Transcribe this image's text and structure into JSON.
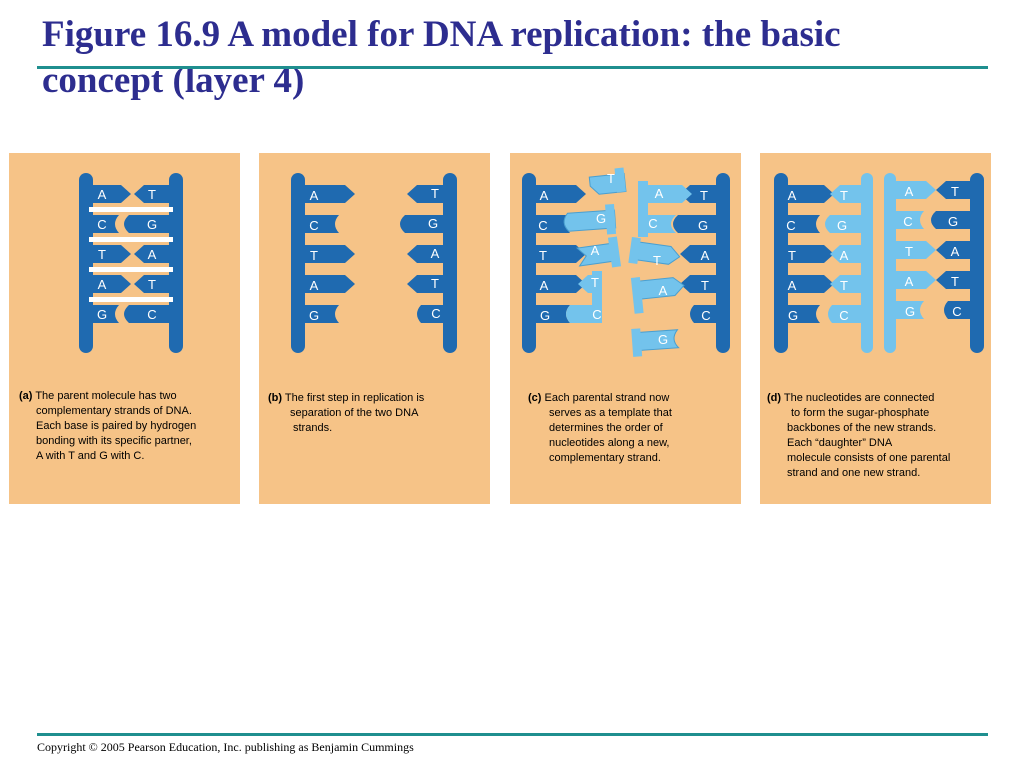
{
  "slide": {
    "title_line1": "Figure 16.9 A model for DNA replication: the basic",
    "title_line2": "concept (layer 4)",
    "footer": "Copyright © 2005 Pearson Education, Inc. publishing as Benjamin Cummings"
  },
  "colors": {
    "panel_bg": "#f6c387",
    "old_strand": "#1f6ab0",
    "new_strand": "#73c3ec",
    "rung": "#ffffff",
    "title": "#2d2d8f",
    "rule": "#1f8f8f"
  },
  "panels": [
    {
      "tag": "(a)",
      "caption_lines": [
        "The parent molecule has two",
        "complementary strands of DNA.",
        "Each base is paired by hydrogen",
        "bonding with its specific partner,",
        "A with T and G with C."
      ],
      "left_bases": [
        "A",
        "C",
        "T",
        "A",
        "G"
      ],
      "right_bases": [
        "T",
        "G",
        "A",
        "T",
        "C"
      ]
    },
    {
      "tag": "(b)",
      "caption_lines": [
        "The first step in replication is",
        "separation of the two DNA",
        "strands."
      ],
      "left_bases": [
        "A",
        "C",
        "T",
        "A",
        "G"
      ],
      "right_bases": [
        "T",
        "G",
        "A",
        "T",
        "C"
      ]
    },
    {
      "tag": "(c)",
      "caption_lines": [
        "Each parental strand now",
        "serves as a template that",
        "determines the order of",
        "nucleotides along a new,",
        "complementary strand."
      ],
      "left_bases": [
        "A",
        "C",
        "T",
        "A",
        "G"
      ],
      "right_bases": [
        "T",
        "G",
        "A",
        "T",
        "C"
      ],
      "new_left": [
        "T",
        "G",
        "A",
        "T",
        "C"
      ],
      "new_right": [
        "A",
        "C",
        "T",
        "A",
        "G"
      ]
    },
    {
      "tag": "(d)",
      "caption_lines": [
        "The nucleotides are connected",
        "to form the sugar-phosphate",
        "backbones of the new strands.",
        "Each “daughter” DNA",
        "molecule consists of one parental",
        "strand and one new strand."
      ],
      "left_bases": [
        "A",
        "C",
        "T",
        "A",
        "G"
      ],
      "right_bases": [
        "T",
        "G",
        "A",
        "T",
        "C"
      ],
      "new_left": [
        "T",
        "G",
        "A",
        "T",
        "C"
      ],
      "new_right": [
        "A",
        "C",
        "T",
        "A",
        "G"
      ]
    }
  ]
}
